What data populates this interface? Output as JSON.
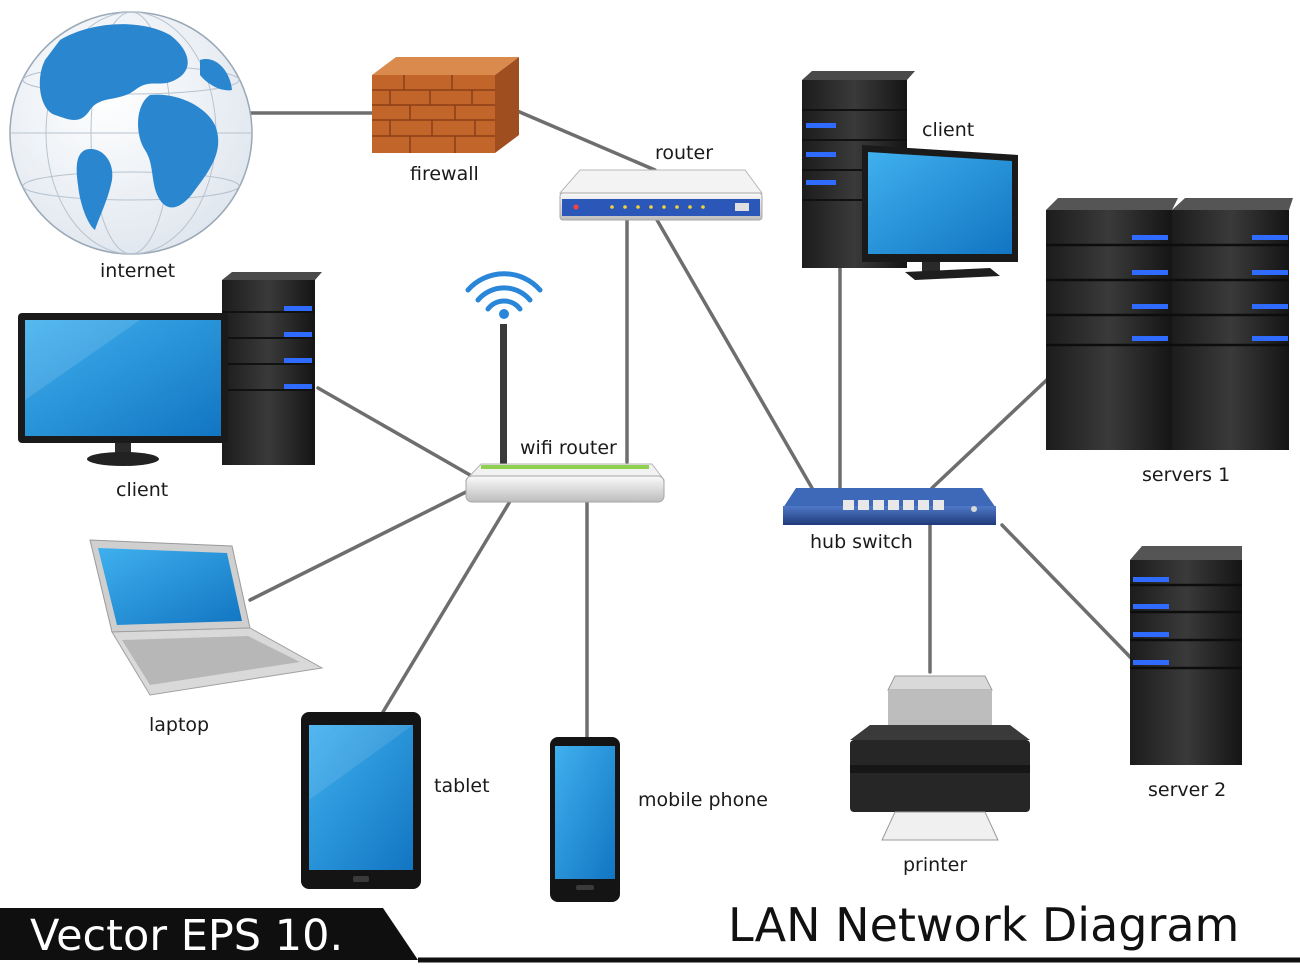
{
  "diagram": {
    "title": "LAN Network Diagram",
    "banner": "Vector EPS 10.",
    "nodes": {
      "internet": "internet",
      "firewall": "firewall",
      "router": "router",
      "wifi_router": "wifi router",
      "hub_switch": "hub switch",
      "client_left": "client",
      "client_top": "client",
      "laptop": "laptop",
      "tablet": "tablet",
      "mobile_phone": "mobile phone",
      "printer": "printer",
      "servers_1": "servers 1",
      "server_2": "server 2"
    },
    "connections": [
      [
        "internet",
        "firewall"
      ],
      [
        "firewall",
        "router"
      ],
      [
        "router",
        "wifi router"
      ],
      [
        "router",
        "hub switch"
      ],
      [
        "wifi router",
        "client"
      ],
      [
        "wifi router",
        "laptop"
      ],
      [
        "wifi router",
        "tablet"
      ],
      [
        "wifi router",
        "mobile phone"
      ],
      [
        "hub switch",
        "client"
      ],
      [
        "hub switch",
        "servers 1"
      ],
      [
        "hub switch",
        "server 2"
      ],
      [
        "hub switch",
        "printer"
      ]
    ],
    "colors": {
      "cable": "#6e6e6e",
      "screen": "#1b8fd6",
      "tower": "#2a2a2a",
      "tower_led": "#2f6bff",
      "globe_land": "#2b86d0",
      "brick": "#c2652a",
      "switch_blue": "#2d4f9e",
      "wifi_signal": "#2a86d8"
    }
  }
}
